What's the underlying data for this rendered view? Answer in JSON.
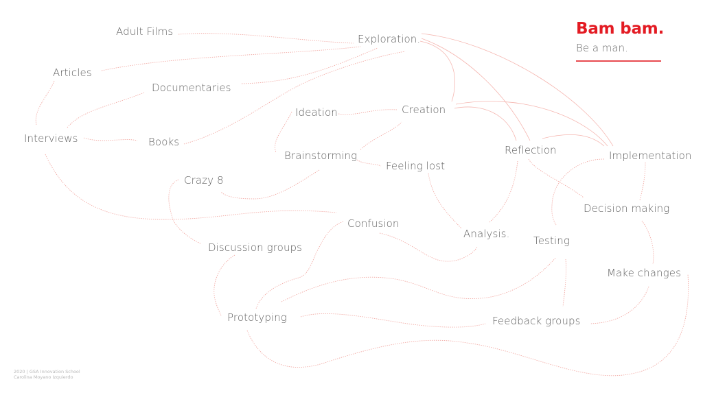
{
  "brand": {
    "title": "Bam bam.",
    "subtitle": "Be a man.",
    "accent_color": "#e31b23"
  },
  "footer": {
    "line1": "2020 | GSA Innovation School",
    "line2": "Carolina Moyano Izquierdo"
  },
  "nodes": {
    "adult_films": "Adult Films",
    "exploration": "Exploration.",
    "articles": "Articles",
    "documentaries": "Documentaries",
    "interviews": "Interviews",
    "books": "Books",
    "ideation": "Ideation",
    "creation": "Creation",
    "brainstorming": "Brainstorming",
    "feeling_lost": "Feeling lost",
    "reflection": "Reflection",
    "implementation": "Implementation",
    "crazy_8": "Crazy 8",
    "decision_making": "Decision making",
    "confusion": "Confusion",
    "analysis": "Analysis.",
    "testing": "Testing",
    "discussion_groups": "Discussion groups",
    "make_changes": "Make changes",
    "prototyping": "Prototyping",
    "feedback_groups": "Feedback groups"
  },
  "edges": [
    [
      "adult_films",
      "exploration"
    ],
    [
      "articles",
      "exploration"
    ],
    [
      "documentaries",
      "exploration"
    ],
    [
      "books",
      "exploration"
    ],
    [
      "articles",
      "interviews"
    ],
    [
      "interviews",
      "documentaries"
    ],
    [
      "interviews",
      "books"
    ],
    [
      "interviews",
      "confusion"
    ],
    [
      "ideation",
      "creation"
    ],
    [
      "ideation",
      "brainstorming"
    ],
    [
      "brainstorming",
      "creation"
    ],
    [
      "brainstorming",
      "feeling_lost"
    ],
    [
      "brainstorming",
      "crazy_8"
    ],
    [
      "crazy_8",
      "discussion_groups"
    ],
    [
      "feeling_lost",
      "analysis"
    ],
    [
      "reflection",
      "analysis"
    ],
    [
      "reflection",
      "decision_making"
    ],
    [
      "implementation",
      "testing"
    ],
    [
      "implementation",
      "decision_making"
    ],
    [
      "decision_making",
      "make_changes"
    ],
    [
      "confusion",
      "analysis"
    ],
    [
      "confusion",
      "prototyping"
    ],
    [
      "discussion_groups",
      "prototyping"
    ],
    [
      "prototyping",
      "testing"
    ],
    [
      "prototyping",
      "feedback_groups"
    ],
    [
      "testing",
      "feedback_groups"
    ],
    [
      "make_changes",
      "feedback_groups"
    ],
    [
      "prototyping",
      "make_changes"
    ],
    [
      "exploration",
      "creation"
    ],
    [
      "exploration",
      "reflection"
    ],
    [
      "exploration",
      "implementation"
    ],
    [
      "creation",
      "reflection"
    ],
    [
      "creation",
      "implementation"
    ],
    [
      "reflection",
      "implementation"
    ]
  ]
}
